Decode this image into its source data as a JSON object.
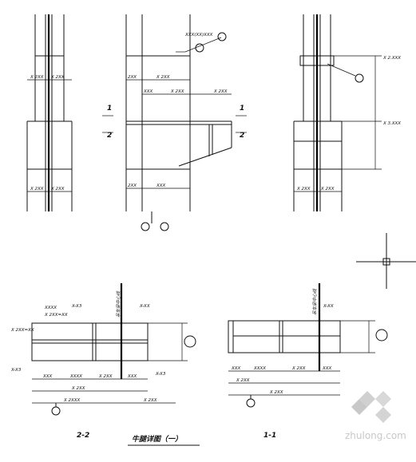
{
  "texts": {
    "sec22_title": "2-2",
    "sec11_title": "1-1",
    "drawing_title": "牛腿详图（一）",
    "centerline_label_a": "吊车梁中心线",
    "centerline_label_b": "吊车梁中心线",
    "mark_1a": "1",
    "mark_1b": "1",
    "mark_2a": "2",
    "mark_2b": "2",
    "dim_a": "X 2.XXX",
    "dim_b": "X 3.XXX",
    "watermark": "zhulong.com"
  },
  "colors": {
    "line": "#111111",
    "background": "#ffffff",
    "watermark": "#c8c8c8"
  }
}
